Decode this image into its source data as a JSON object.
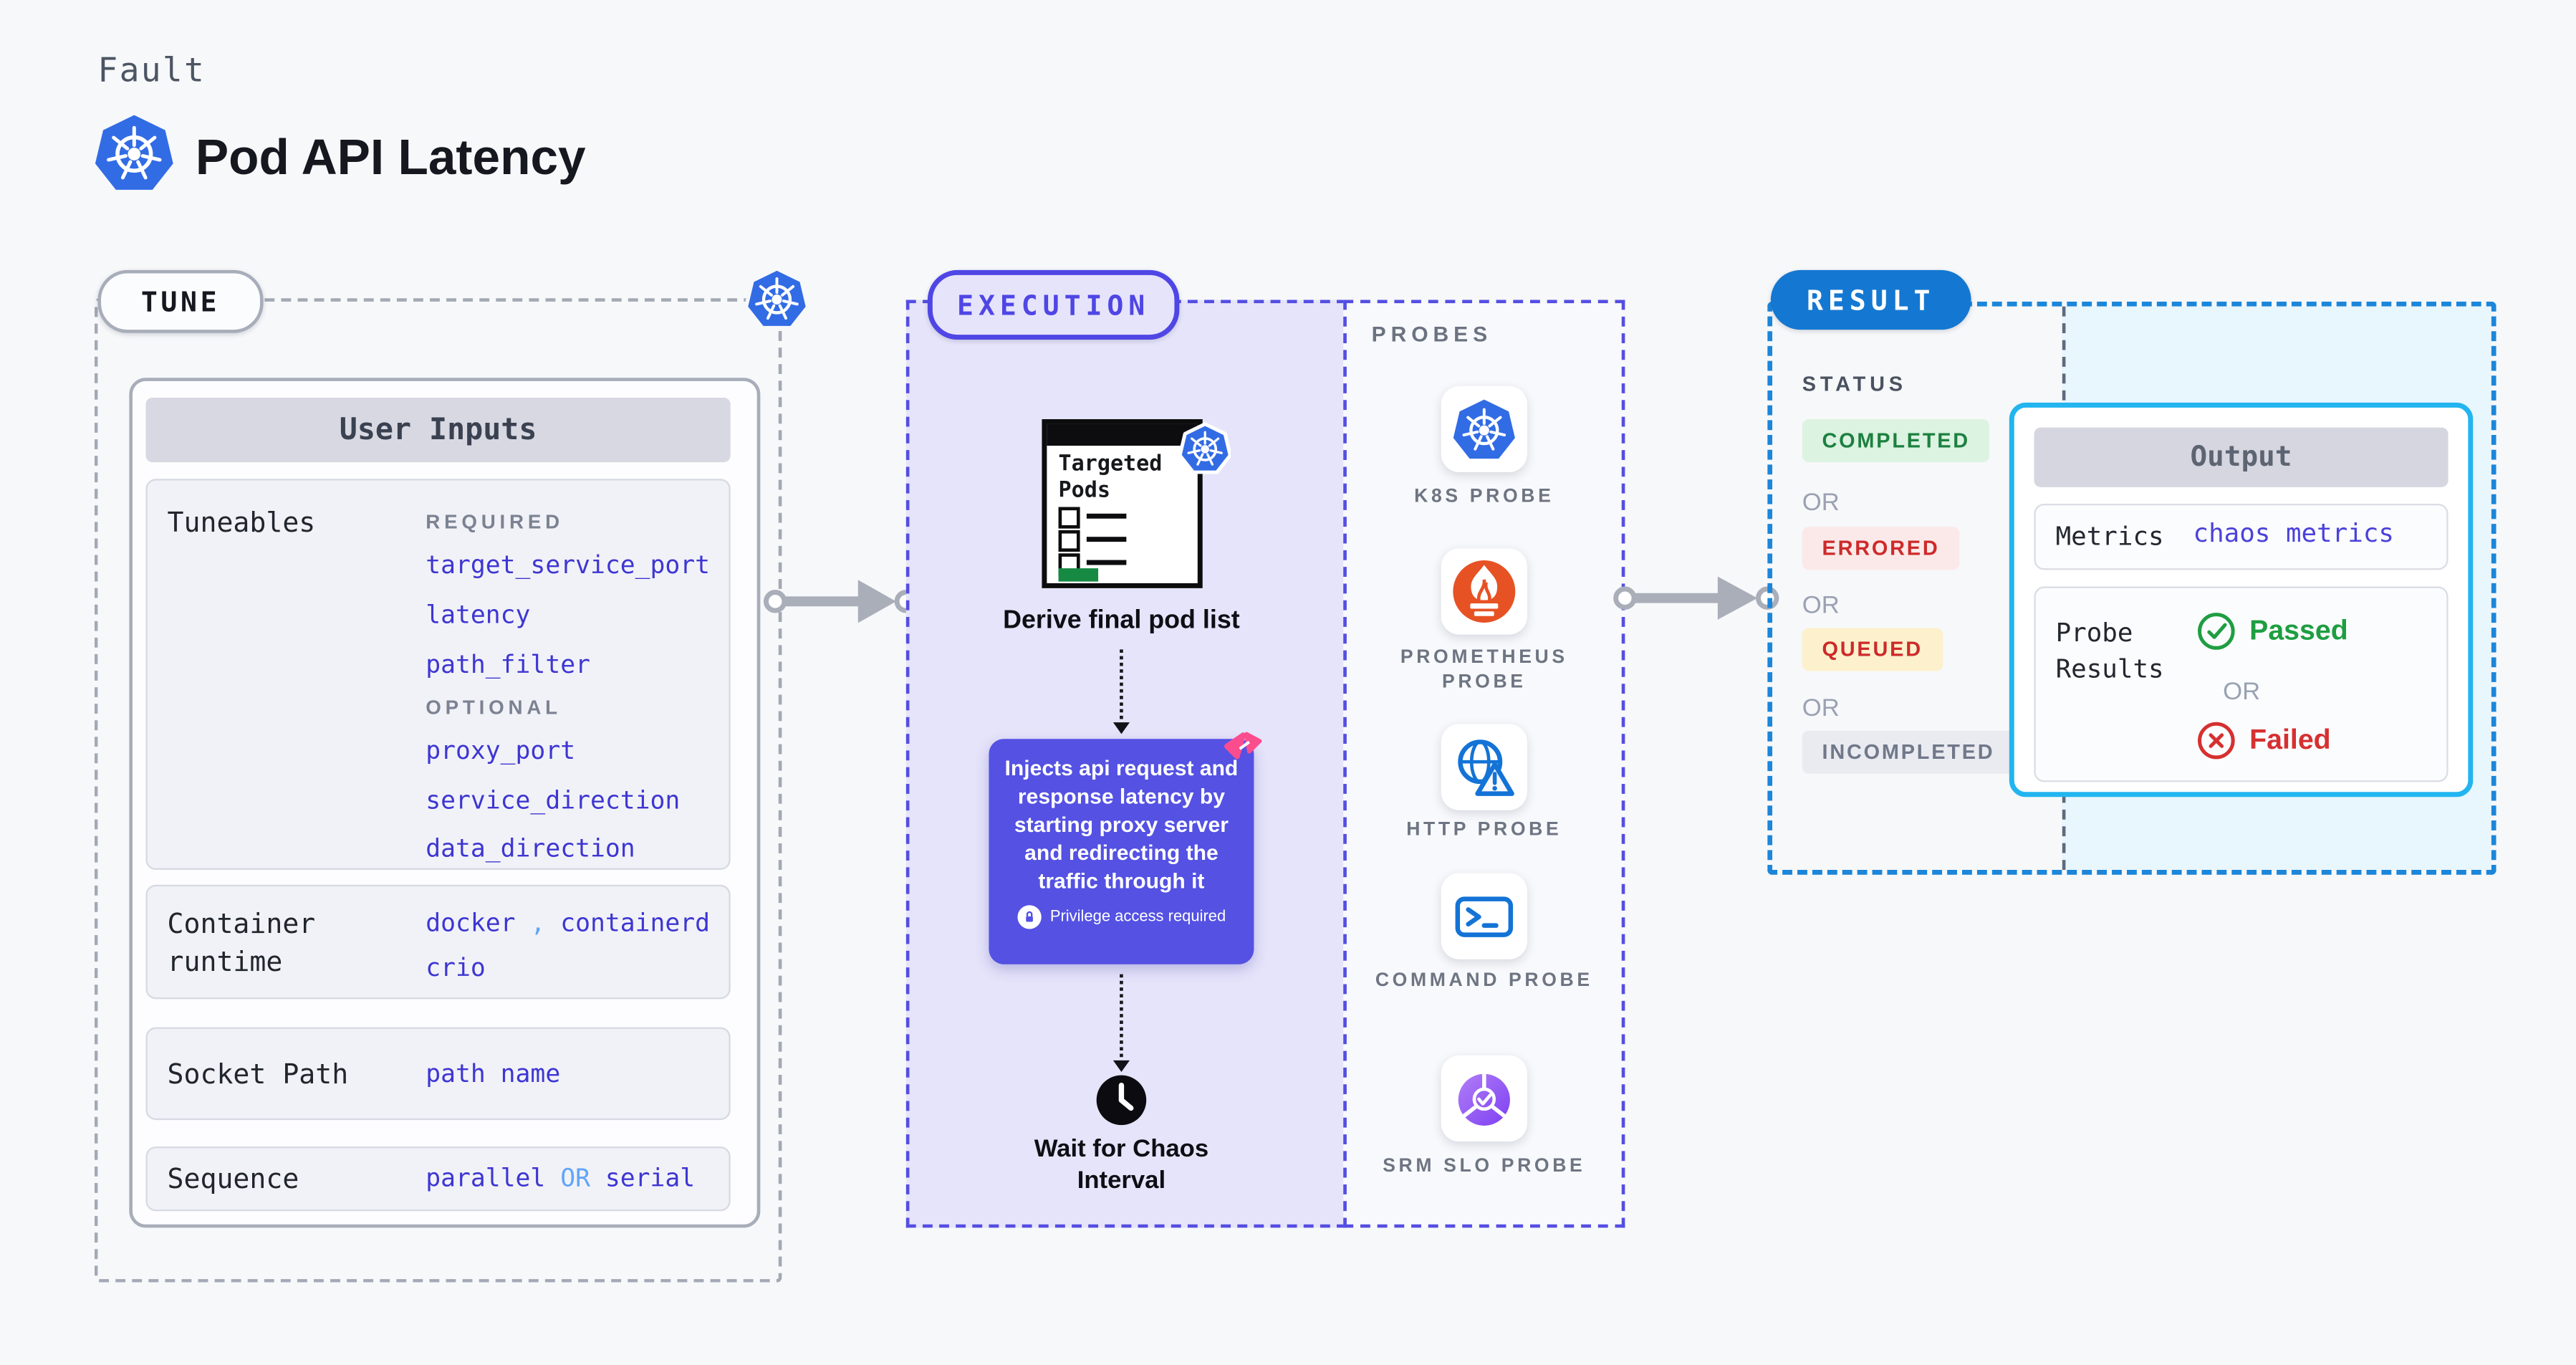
{
  "header": {
    "eyebrow": "Fault",
    "title": "Pod API Latency",
    "title_icon": "kubernetes-icon"
  },
  "tune": {
    "label": "TUNE",
    "user_inputs": {
      "title": "User Inputs",
      "tuneables": {
        "label": "Tuneables",
        "required_label": "REQUIRED",
        "required": [
          "target_service_port",
          "latency",
          "path_filter"
        ],
        "optional_label": "OPTIONAL",
        "optional": [
          "proxy_port",
          "service_direction",
          "data_direction"
        ]
      },
      "container_runtime": {
        "label": "Container runtime",
        "value_1": "docker",
        "separator": ",",
        "value_2": "containerd",
        "value_3": "crio"
      },
      "socket_path": {
        "label": "Socket Path",
        "value": "path name"
      },
      "sequence": {
        "label": "Sequence",
        "value_a": "parallel",
        "or": "OR",
        "value_b": "serial"
      }
    }
  },
  "execution": {
    "label": "EXECUTION",
    "targeted_pods_title": "Targeted Pods",
    "derive_label": "Derive final pod list",
    "inject_text": "Injects api request and response latency by starting proxy server and redirecting the traffic through it",
    "privilege_label": "Privilege access required",
    "wait_label": "Wait for Chaos Interval"
  },
  "probes": {
    "label": "PROBES",
    "items": [
      {
        "label": "K8S PROBE",
        "icon": "kubernetes-icon"
      },
      {
        "label": "PROMETHEUS PROBE",
        "icon": "prometheus-icon"
      },
      {
        "label": "HTTP PROBE",
        "icon": "http-globe-warning-icon"
      },
      {
        "label": "COMMAND PROBE",
        "icon": "terminal-icon"
      },
      {
        "label": "SRM SLO PROBE",
        "icon": "slo-gauge-check-icon"
      }
    ]
  },
  "result": {
    "label": "RESULT",
    "status": {
      "label": "STATUS",
      "or": "OR",
      "badges": [
        {
          "text": "COMPLETED",
          "type": "completed"
        },
        {
          "text": "ERRORED",
          "type": "errored"
        },
        {
          "text": "QUEUED",
          "type": "queued"
        },
        {
          "text": "INCOMPLETED",
          "type": "incompleted"
        }
      ]
    },
    "output": {
      "title": "Output",
      "metrics_label": "Metrics",
      "metrics_value": "chaos metrics",
      "probe_results_label": "Probe Results",
      "passed": "Passed",
      "or": "OR",
      "failed": "Failed"
    }
  },
  "colors": {
    "page_bg": "#f7f8fa",
    "indigo_accent": "#4f46e5",
    "lavender_bg": "#e6e4fa",
    "inject_purple": "#5451e3",
    "kubernetes_blue": "#326ce5",
    "prometheus_orange": "#e75225",
    "probe_blue": "#1373d6",
    "result_blue": "#1478d2",
    "output_border_cyan": "#22b5ef",
    "output_area_bg": "#e8f6fd",
    "completed_green": "#1d8040",
    "errored_red": "#cd2a2a",
    "passed_green": "#1e9e41",
    "failed_red": "#d63030",
    "pink_brand": "#fb4d8e",
    "value_indigo": "#3e36d2",
    "light_blue_sep": "#60a5fa",
    "arrow_gray": "#a9aeb9"
  }
}
